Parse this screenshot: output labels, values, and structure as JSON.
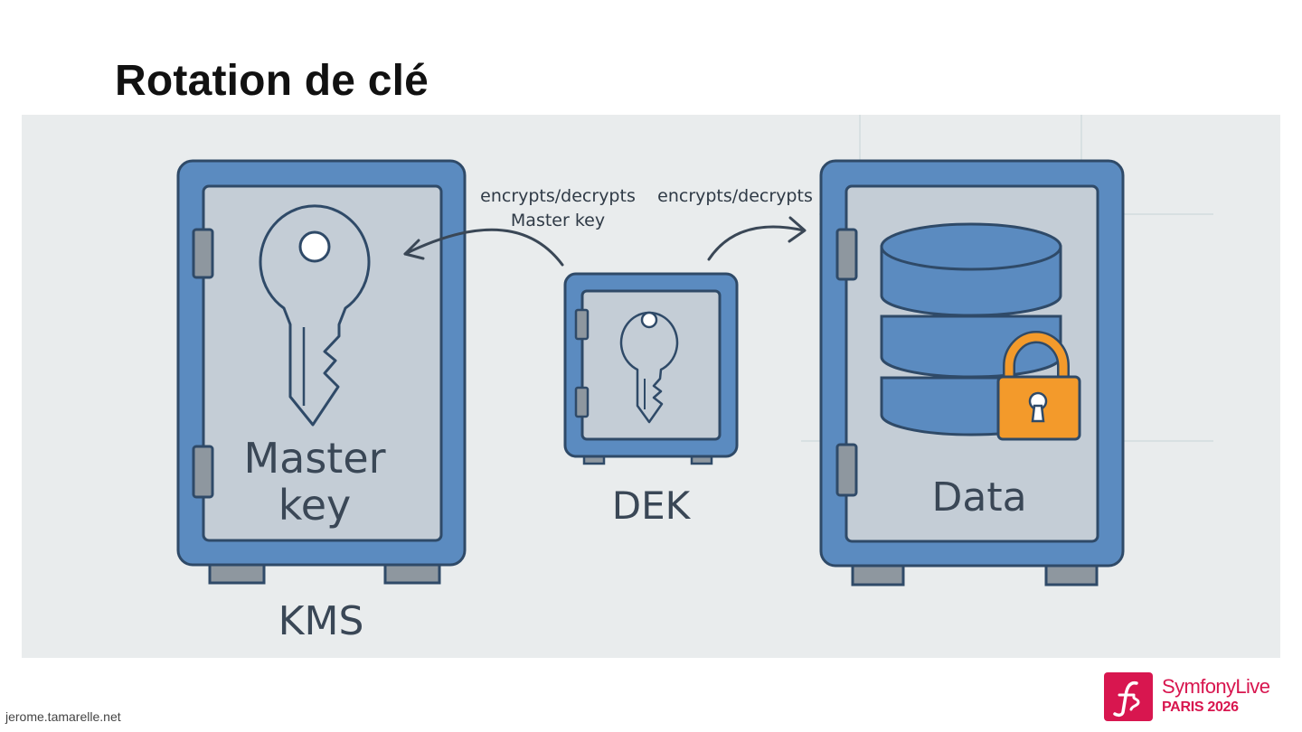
{
  "title": "Rotation de clé",
  "diagram": {
    "kms": {
      "door_label_line1": "Master",
      "door_label_line2": "key",
      "caption": "KMS"
    },
    "dek": {
      "caption": "DEK"
    },
    "data_vault": {
      "door_label": "Data"
    },
    "arrows": {
      "to_kms": {
        "line1": "encrypts/decrypts",
        "line2": "Master key"
      },
      "to_data": {
        "line1": "encrypts/decrypts"
      }
    },
    "colors": {
      "background": "#e9eced",
      "vault_blue": "#5b8bc0",
      "outline": "#2f4a68",
      "door_grey": "#c4cdd6",
      "text": "#3a4756",
      "lock_orange": "#f39a2b"
    }
  },
  "footer": {
    "url": "jerome.tamarelle.net",
    "brand_name": "SymfonyLive",
    "brand_event": "PARIS 2026"
  }
}
